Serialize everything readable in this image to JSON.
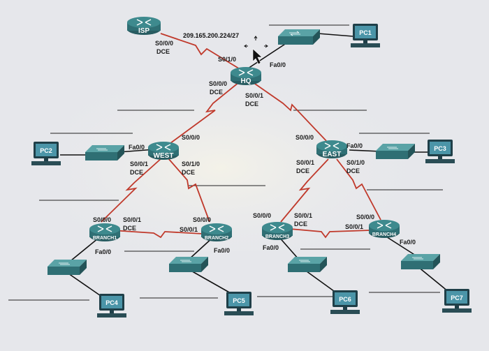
{
  "colors": {
    "serial_link": "#c0392b",
    "ethernet_link": "#111111",
    "router_body": "#2f6f74",
    "switch_body": "#3e8a8e",
    "pc_screen": "#4b95a8"
  },
  "routers": {
    "isp": "ISP",
    "hq": "HQ",
    "west": "WEST",
    "east": "EAST",
    "branch1": "BRANCH1",
    "branch2": "BRANCH2",
    "branch3": "BRANCH3",
    "branch4": "BRANCH4"
  },
  "pcs": {
    "pc1": "PC1",
    "pc2": "PC2",
    "pc3": "PC3",
    "pc4": "PC4",
    "pc5": "PC5",
    "pc6": "PC6",
    "pc7": "PC7"
  },
  "network": {
    "isp_hq_subnet": "209.165.200.224/27"
  },
  "labels": {
    "s000": "S0/0/0",
    "s001": "S0/0/1",
    "s010": "S0/1/0",
    "fa00": "Fa0/0",
    "dce": "DCE"
  }
}
